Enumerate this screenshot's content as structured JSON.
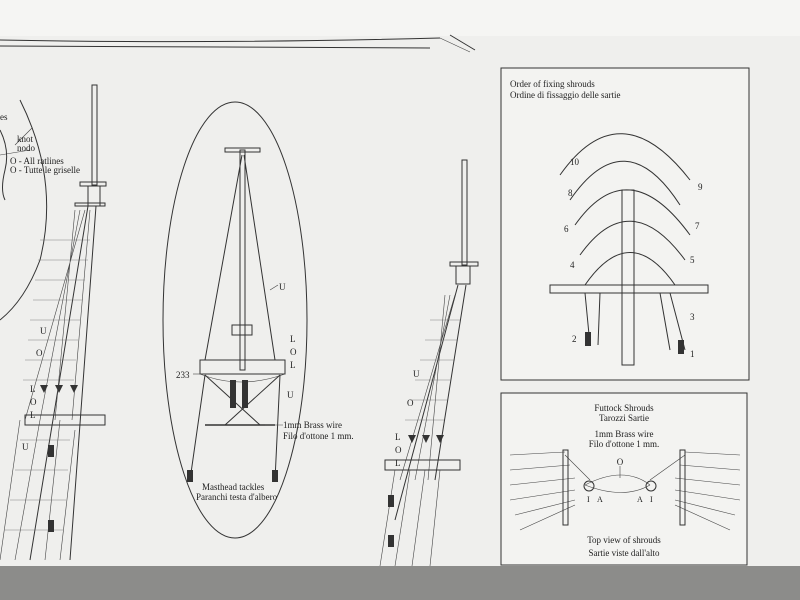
{
  "left_detail": {
    "partial_label": "es",
    "knot_label": "knot",
    "knot_label_it": "nodo",
    "ratlines_en": "O - All ratlines",
    "ratlines_it": "O - Tutte le griselle"
  },
  "left_mast_labels": [
    "U",
    "O",
    "L",
    "O",
    "L",
    "U"
  ],
  "masthead_detail": {
    "labels": [
      "U",
      "L",
      "O",
      "L",
      "U"
    ],
    "part_number": "233",
    "wire_en": "1mm Brass wire",
    "wire_it": "Filo d'ottone 1 mm.",
    "tackles_en": "Masthead tackles",
    "tackles_it": "Paranchi testa d'albero"
  },
  "center_mast_labels": [
    "U",
    "O",
    "L",
    "O",
    "L"
  ],
  "fixing_order": {
    "title_en": "Order of fixing shrouds",
    "title_it": "Ordine di fissaggio delle sartie",
    "numbers_left": [
      "10",
      "8",
      "6",
      "4",
      "2"
    ],
    "numbers_right": [
      "9",
      "7",
      "5",
      "3",
      "1"
    ]
  },
  "futtock": {
    "title_en": "Futtock Shrouds",
    "title_it": "Tarozzi Sartie",
    "wire_en": "1mm Brass wire",
    "wire_it": "Filo d'ottone 1 mm.",
    "o_label": "O",
    "labels": [
      "I",
      "A",
      "A",
      "I"
    ],
    "caption_en": "Top view of shrouds",
    "caption_it": "Sartie viste dall'alto"
  }
}
